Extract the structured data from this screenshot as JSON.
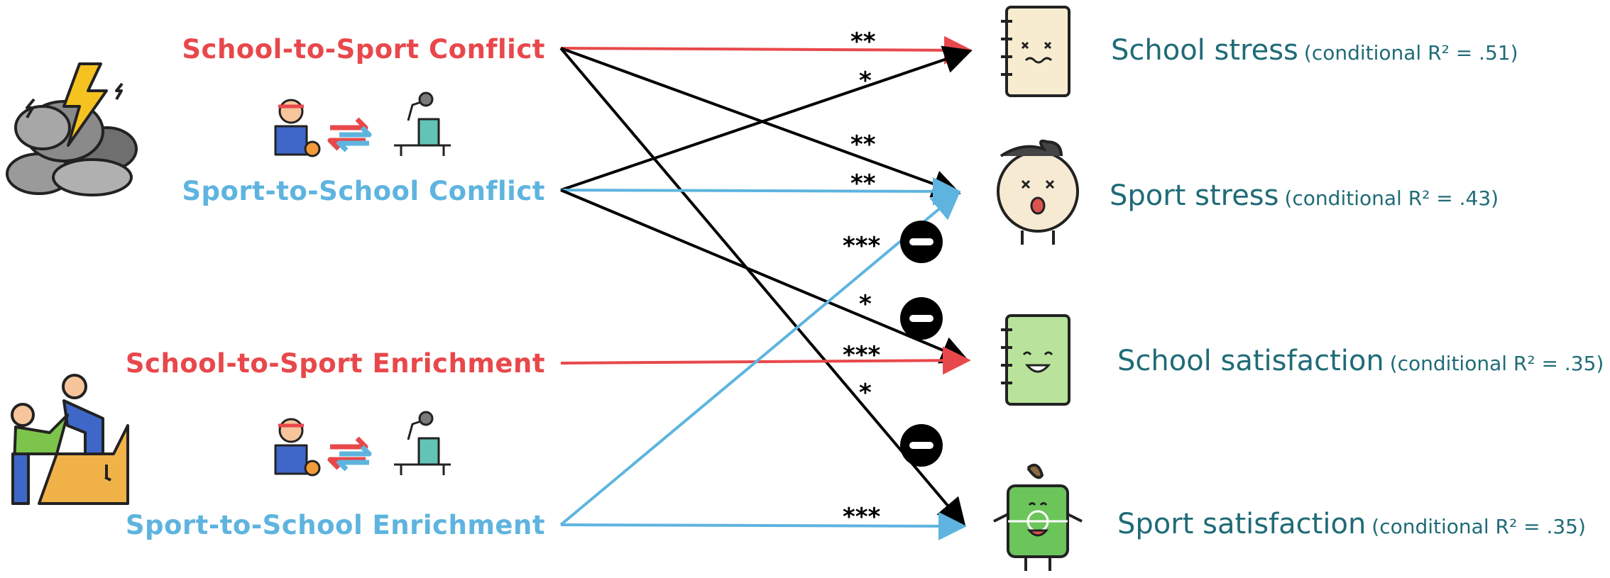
{
  "colors": {
    "school_to_sport": "#e8484b",
    "sport_to_school": "#5eb4df",
    "outcome_text": "#1f6b77",
    "arrow_black": "#000000"
  },
  "predictors": {
    "school_to_sport_conflict": "School-to-Sport Conflict",
    "sport_to_school_conflict": "Sport-to-School Conflict",
    "school_to_sport_enrichment": "School-to-Sport Enrichment",
    "sport_to_school_enrichment": "Sport-to-School Enrichment"
  },
  "outcomes": {
    "school_stress": {
      "label": "School stress",
      "r2": "(conditional R² = .51)"
    },
    "sport_stress": {
      "label": "Sport stress",
      "r2": "(conditional R² = .43)"
    },
    "school_satisfaction": {
      "label": "School satisfaction",
      "r2": "(conditional R² = .35)"
    },
    "sport_satisfaction": {
      "label": "Sport satisfaction",
      "r2": "(conditional R² = .35)"
    }
  },
  "significance": {
    "stsc_school_stress": "**",
    "stsc_sport_stress": "*",
    "spsc_school_stress": "**",
    "spsc_sport_stress": "**",
    "spse_sport_stress": "***",
    "spsc_school_satisfaction": "*",
    "stse_school_satisfaction": "***",
    "stsc_sport_satisfaction": "*",
    "spse_sport_satisfaction": "***"
  },
  "icons": {
    "storm": "storm-cloud-icon",
    "climbing": "climbing-help-icon",
    "athlete_desk": "athlete-desk-exchange-icon",
    "notebook_sad": "sad-notebook-icon",
    "baseball": "dizzy-baseball-icon",
    "notebook_happy": "happy-notebook-icon",
    "field": "happy-soccer-field-icon",
    "negative": "negative-sign-icon"
  }
}
